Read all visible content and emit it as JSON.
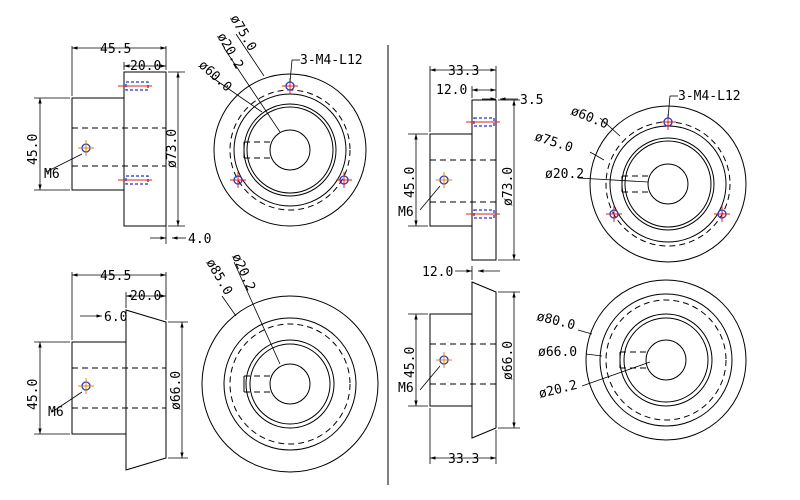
{
  "views": {
    "top_left": {
      "dim_length": "45.5",
      "dim_flange": "20.0",
      "dim_height": "45.0",
      "dim_od": "ø73.0",
      "dim_small": "4.0",
      "thread": "M6",
      "circle_outer": "ø75.0",
      "circle_pcd": "ø60.0",
      "circle_bore": "ø20.2",
      "holes": "3-M4-L12"
    },
    "bottom_left": {
      "dim_length": "45.5",
      "dim_flange": "20.0",
      "dim_step": "6.0",
      "dim_height": "45.0",
      "dim_od": "ø66.0",
      "thread": "M6",
      "circle_outer": "ø85.0",
      "circle_bore": "ø20.2"
    },
    "top_right": {
      "dim_length": "33.3",
      "dim_flange": "12.0",
      "dim_small": "3.5",
      "dim_height": "45.0",
      "dim_od": "ø73.0",
      "thread": "M6",
      "circle_pcd": "ø60.0",
      "circle_outer": "ø75.0",
      "circle_bore": "ø20.2",
      "holes": "3-M4-L12"
    },
    "bottom_right": {
      "dim_flange": "12.0",
      "dim_height": "45.0",
      "dim_od": "ø66.0",
      "thread": "M6",
      "dim_length": "33.3",
      "circle_outer": "ø80.0",
      "circle_inner": "ø66.0",
      "circle_bore": "ø20.2"
    }
  }
}
